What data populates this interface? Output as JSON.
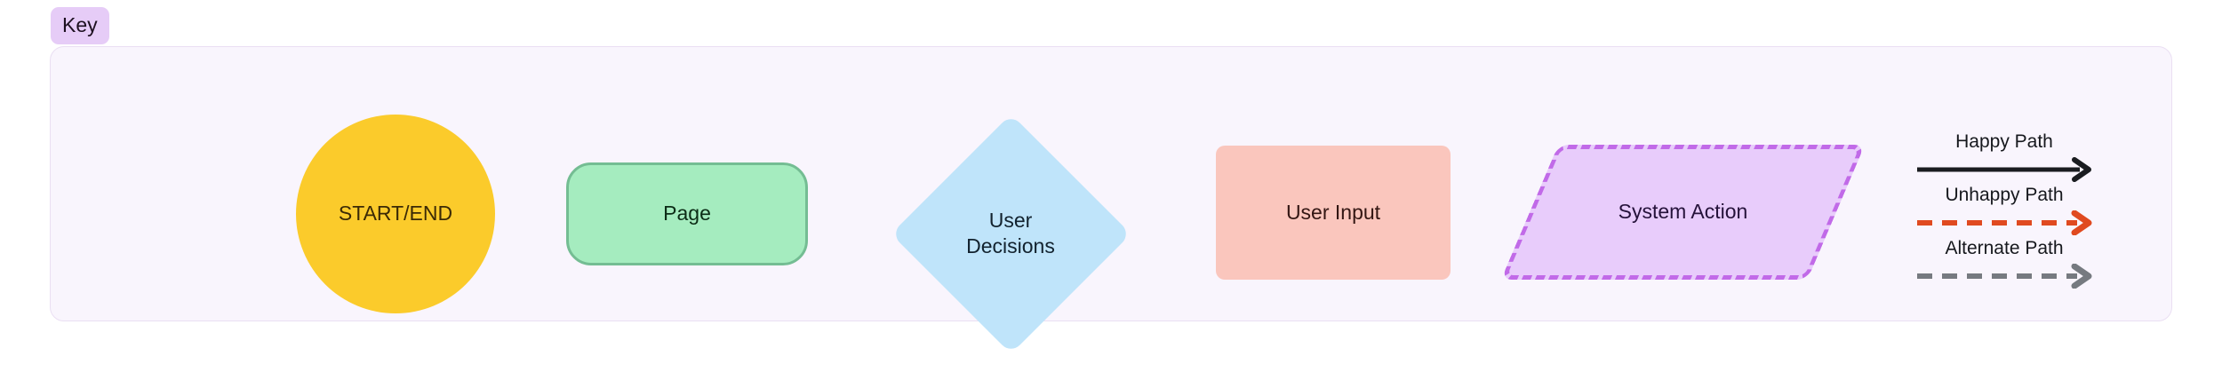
{
  "key": {
    "badge_label": "Key",
    "container_bg": "#f9f5fd",
    "container_border": "#eadff3",
    "badge_bg": "#e6ccf7"
  },
  "shapes": [
    {
      "name": "start-end",
      "label": "START/END",
      "geometry": "circle",
      "fill": "#fbcb2b",
      "stroke": "none",
      "text_color": "#3b2a06"
    },
    {
      "name": "page",
      "label": "Page",
      "geometry": "rounded-rectangle",
      "fill": "#a5ecbf",
      "stroke": "#74bd93",
      "text_color": "#0c2c16"
    },
    {
      "name": "user-decisions",
      "label": "User\nDecisions",
      "geometry": "diamond",
      "fill": "#bfe4fa",
      "stroke": "none",
      "text_color": "#12222e"
    },
    {
      "name": "user-input",
      "label": "User Input",
      "geometry": "rectangle",
      "fill": "#fac6bd",
      "stroke": "none",
      "text_color": "#331613"
    },
    {
      "name": "system-action",
      "label": "System Action",
      "geometry": "parallelogram-dashed",
      "fill": "#e8ccfb",
      "stroke": "#c16ae8",
      "text_color": "#25123a"
    }
  ],
  "legend": [
    {
      "name": "happy-path",
      "label": "Happy Path",
      "color": "#1a1c20",
      "style": "solid"
    },
    {
      "name": "unhappy-path",
      "label": "Unhappy Path",
      "color": "#e04a20",
      "style": "dashed"
    },
    {
      "name": "alternate-path",
      "label": "Alternate Path",
      "color": "#767a80",
      "style": "dashed"
    }
  ]
}
